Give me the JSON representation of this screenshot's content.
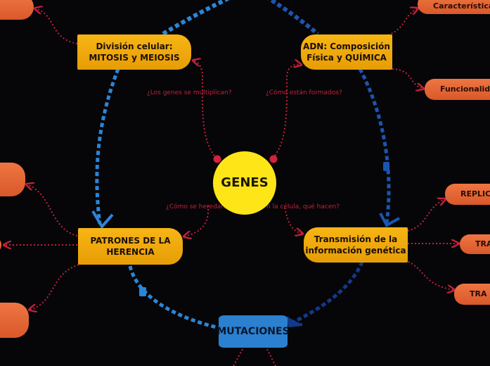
{
  "center": {
    "label": "GENES"
  },
  "nodes": {
    "division": "División celular:\nMITOSIS y MEIOSIS",
    "adn": "ADN: Composición\nFísica y QUÍMICA",
    "patrones": "PATRONES DE LA\nHERENCIA",
    "transmision": "Transmisión de la\ninformación genética",
    "mutaciones": "MUTACIONES"
  },
  "subnodes": {
    "caracteristicas": "Características",
    "funcionalidad": "Funcionalidad",
    "replicacion": "REPLIC",
    "tra1": "TRA",
    "tra2": "TRA"
  },
  "questions": {
    "q1": "¿Los genes se multiplican?",
    "q2": "¿Cómo están formados?",
    "q3a": "¿Cómo se heredan",
    "q3b": "n la célula, qué hacen?"
  },
  "colors": {
    "background": "#060608",
    "yellow": "#f2ab0c",
    "orange": "#e2652f",
    "center": "#fee518",
    "blue_light": "#2b86d8",
    "blue_dark": "#113a8c",
    "connector_red": "#c2203a"
  }
}
